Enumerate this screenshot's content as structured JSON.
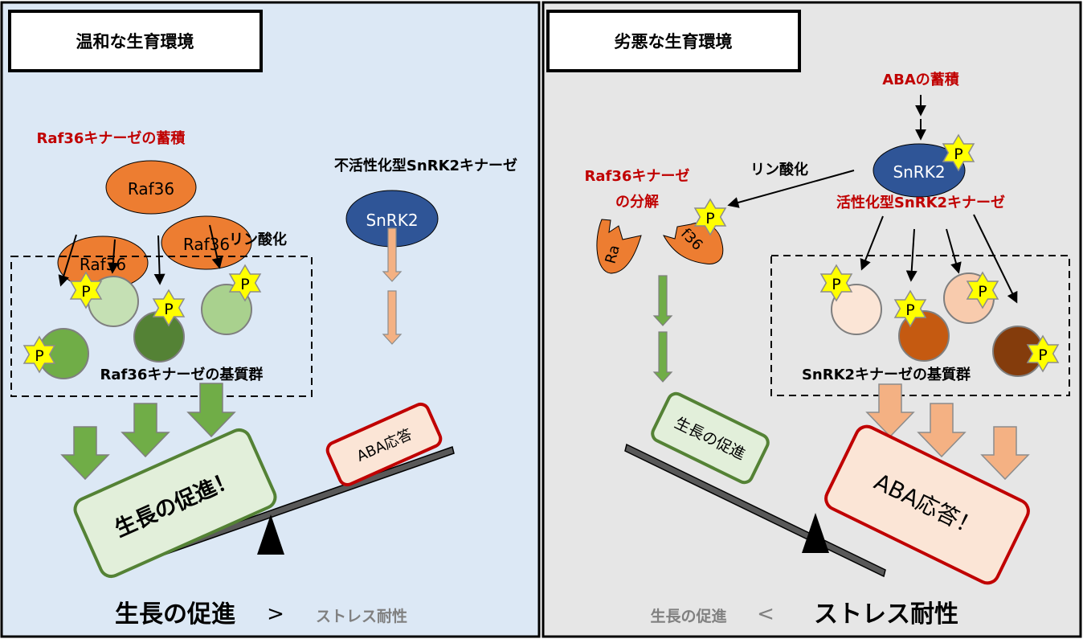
{
  "colors": {
    "left_bg": "#dce8f5",
    "right_bg": "#e6e6e6",
    "accent_red": "#c00000",
    "raf_orange": "#ed7d31",
    "snrk_blue": "#2f5597",
    "star_yellow": "#ffff00",
    "green_arrow": "#70ad47",
    "orange_arrow": "#f4b183",
    "growth_box_fill": "#e2efda",
    "growth_box_stroke": "#548235",
    "aba_box_fill": "#fbe5d6",
    "aba_box_stroke": "#c00000",
    "faded_text": "#808080"
  },
  "left_panel": {
    "title": "温和な生育環境",
    "raf_accumulation_label": "Raf36キナーゼの蓄積",
    "raf_kinases": [
      "Raf36",
      "Raf36",
      "Raf36"
    ],
    "inactive_snrk2_label": "不活性化型SnRK2キナーゼ",
    "snrk2_label": "SnRK2",
    "phosphorylation_label": "リン酸化",
    "phospho_mark": "P",
    "substrates_label": "Raf36キナーゼの基質群",
    "seesaw": {
      "heavy_box": "生長の促進！",
      "light_box": "ABA応答"
    },
    "summary": {
      "strong": "生長の促進",
      "comparator": ">",
      "weak": "ストレス耐性"
    }
  },
  "right_panel": {
    "title": "劣悪な生育環境",
    "aba_accumulation_label": "ABAの蓄積",
    "snrk2_label": "SnRK2",
    "phospho_mark": "P",
    "phosphorylation_label": "リン酸化",
    "raf_degradation_label_line1": "Raf36キナーゼ",
    "raf_degradation_label_line2": "の分解",
    "raf_fragment_left": "Ra",
    "raf_fragment_right": "f36",
    "active_snrk2_label": "活性化型SnRK2キナーゼ",
    "substrates_label": "SnRK2キナーゼの基質群",
    "seesaw": {
      "light_box": "生長の促進",
      "heavy_box": "ABA応答！"
    },
    "summary": {
      "weak": "生長の促進",
      "comparator": "<",
      "strong": "ストレス耐性"
    }
  }
}
